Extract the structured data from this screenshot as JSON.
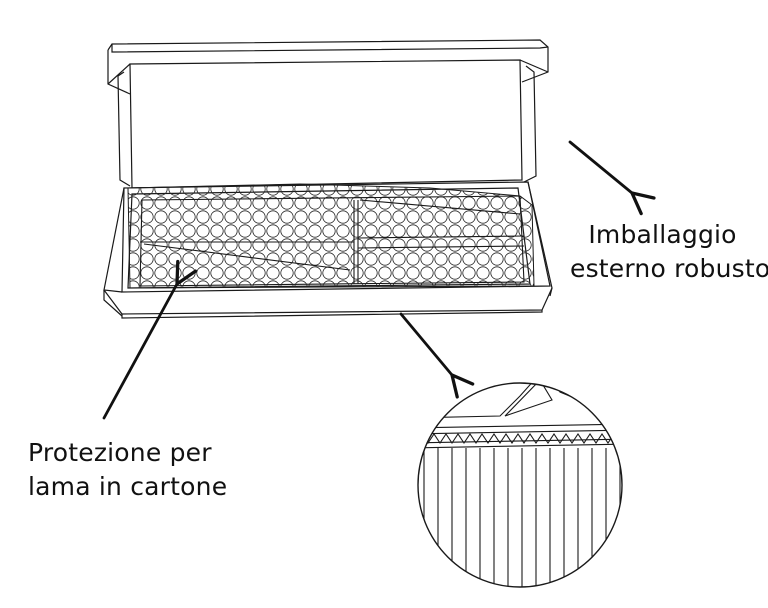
{
  "annotations": {
    "outer_packaging": {
      "line1": "Imballaggio",
      "line2": "esterno robusto"
    },
    "blade_protection": {
      "line1": "Protezione per",
      "line2": "lama in cartone"
    }
  },
  "colors": {
    "line": "#1a1a1a",
    "background": "#ffffff"
  }
}
